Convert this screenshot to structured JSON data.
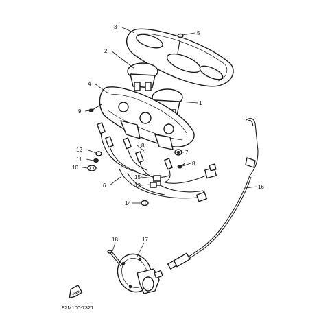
{
  "diagram": {
    "callouts": [
      {
        "id": "c1",
        "label": "1"
      },
      {
        "id": "c2",
        "label": "2"
      },
      {
        "id": "c3",
        "label": "3"
      },
      {
        "id": "c4",
        "label": "4"
      },
      {
        "id": "c5",
        "label": "5"
      },
      {
        "id": "c6",
        "label": "6"
      },
      {
        "id": "c7",
        "label": "7"
      },
      {
        "id": "c8a",
        "label": "8"
      },
      {
        "id": "c8b",
        "label": "8"
      },
      {
        "id": "c9",
        "label": "9"
      },
      {
        "id": "c10",
        "label": "10"
      },
      {
        "id": "c11",
        "label": "11"
      },
      {
        "id": "c12",
        "label": "12"
      },
      {
        "id": "c13",
        "label": "13"
      },
      {
        "id": "c14",
        "label": "14"
      },
      {
        "id": "c15",
        "label": "15"
      },
      {
        "id": "c16",
        "label": "16"
      },
      {
        "id": "c17",
        "label": "17"
      },
      {
        "id": "c18",
        "label": "18"
      }
    ],
    "fwd_label": "FWD",
    "part_code": "82M100-7321"
  }
}
